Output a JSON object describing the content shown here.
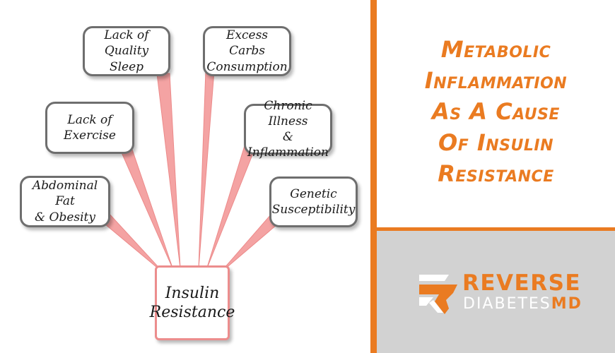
{
  "diagram": {
    "center": "Insulin\nResistance",
    "causes": [
      {
        "id": "sleep",
        "label": "Lack of\nQuality Sleep"
      },
      {
        "id": "carbs",
        "label": "Excess Carbs\nConsumption"
      },
      {
        "id": "exercise",
        "label": "Lack of\nExercise"
      },
      {
        "id": "chronic",
        "label": "Chronic Illness\n& Inflammation"
      },
      {
        "id": "fat",
        "label": "Abdominal Fat\n& Obesity"
      },
      {
        "id": "genetic",
        "label": "Genetic\nSusceptibility"
      }
    ],
    "ray_color": "#f4a3a3",
    "ray_edge_color": "#ec8a8a"
  },
  "title": {
    "lines": [
      "Metabolic",
      "Inflammation",
      "As A Cause",
      "Of Insulin",
      "Resistance"
    ],
    "color": "#ea7b21"
  },
  "logo": {
    "top": "REVERSE",
    "bottom": "DIABETES",
    "suffix": "MD",
    "accent": "#ea7b21"
  }
}
